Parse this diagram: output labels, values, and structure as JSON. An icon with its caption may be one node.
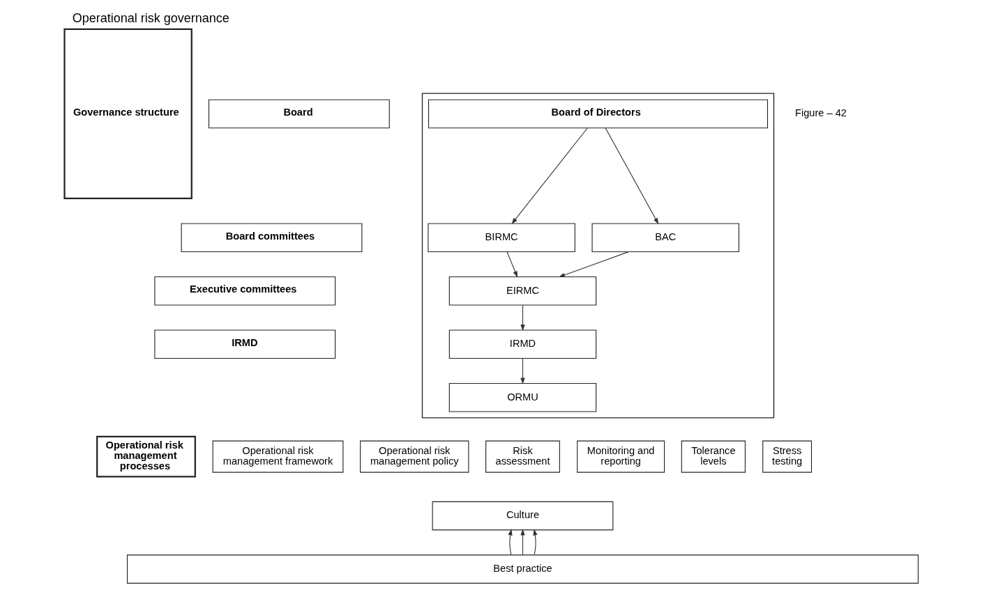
{
  "diagram": {
    "title": "Operational risk governance",
    "nodes": [
      {
        "text": [
          "Governance structure"
        ]
      },
      {
        "text": [
          "Board"
        ]
      },
      {
        "text": [
          "Board committees"
        ]
      },
      {
        "text": [
          "Executive committees"
        ]
      },
      {
        "text": [
          "IRMD"
        ]
      },
      {
        "text": [],
        "shape": "box"
      },
      {
        "text": [
          "Board of Directors"
        ],
        "in": 5
      },
      {
        "text": [
          "BIRMC"
        ],
        "in": 5
      },
      {
        "text": [
          "BAC"
        ],
        "in": 5
      },
      {
        "text": [
          "EIRMC"
        ],
        "in": 5
      },
      {
        "text": [
          "IRMD"
        ],
        "in": 5
      },
      {
        "text": [
          "ORMU"
        ],
        "in": 5
      },
      {
        "text": [
          "Operational risk management processes"
        ]
      },
      {
        "text": [
          "Operational risk management framework"
        ]
      },
      {
        "text": [
          "Operational risk management policy"
        ]
      },
      {
        "text": [
          "Risk assessment"
        ]
      },
      {
        "text": [
          "Monitoring and reporting"
        ]
      },
      {
        "text": [
          "Tolerance levels"
        ]
      },
      {
        "text": [
          "Stress testing"
        ]
      },
      {
        "text": [
          "Culture"
        ]
      },
      {
        "text": [
          "Best practice"
        ]
      }
    ],
    "edges": [
      {
        "from": 6,
        "to": 7,
        "arrow": "to"
      },
      {
        "from": 6,
        "to": 8,
        "arrow": "to"
      },
      {
        "from": 7,
        "to": 9,
        "arrow": "to"
      },
      {
        "from": 8,
        "to": 9,
        "arrow": "to"
      },
      {
        "from": 9,
        "to": 10,
        "arrow": "to"
      },
      {
        "from": 10,
        "to": 11,
        "arrow": "to"
      },
      {
        "from": 20,
        "to": 19,
        "arrow": "to"
      },
      {
        "from": 20,
        "to": 19,
        "arrow": "to"
      },
      {
        "from": 20,
        "to": 19,
        "arrow": "to"
      }
    ],
    "labels": [
      "Figure – 42"
    ]
  }
}
